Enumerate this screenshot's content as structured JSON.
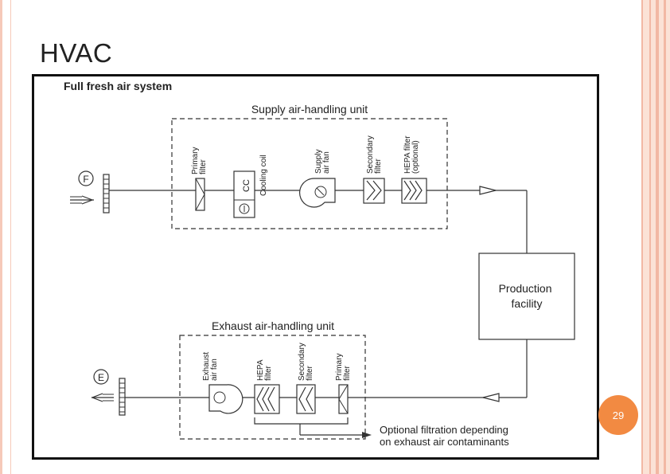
{
  "slide": {
    "title": "HVAC",
    "page_number": "29"
  },
  "diagram": {
    "title": "Full fresh air system",
    "supply_unit_label": "Supply air-handling unit",
    "exhaust_unit_label": "Exhaust air-handling unit",
    "fresh_air_marker": "F",
    "exhaust_air_marker": "E",
    "supply_components": {
      "primary_filter": [
        "Primary",
        "filter"
      ],
      "cooling_coil": "Cooling coil",
      "cc_label": "CC",
      "supply_fan": [
        "Supply",
        "air fan"
      ],
      "secondary_filter": [
        "Secondary",
        "filter"
      ],
      "hepa_filter": [
        "HEPA filter",
        "(optional)"
      ]
    },
    "exhaust_components": {
      "exhaust_fan": [
        "Exhaust",
        "air fan"
      ],
      "hepa_filter": [
        "HEPA",
        "filter"
      ],
      "secondary_filter": [
        "Secondary",
        "filter"
      ],
      "primary_filter": [
        "Primary",
        "filter"
      ]
    },
    "production_facility": [
      "Production",
      "facility"
    ],
    "optional_note": [
      "Optional filtration depending",
      "on exhaust air contaminants"
    ]
  },
  "colors": {
    "frame_accent": "#f2b8a4",
    "badge": "#f28a42"
  }
}
